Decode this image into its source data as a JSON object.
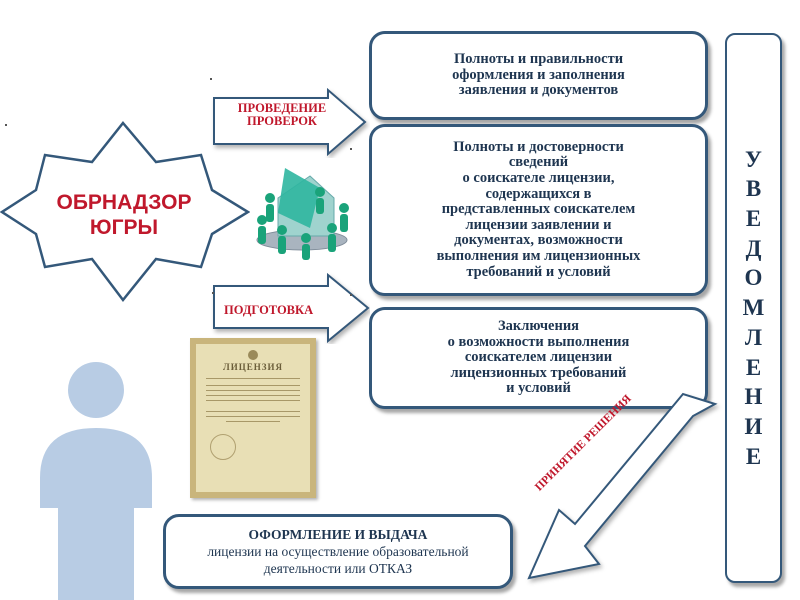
{
  "authority": {
    "label": "ОБРНАДЗОР\nЮГРЫ"
  },
  "arrows": {
    "inspection": "ПРОВЕДЕНИЕ\nПРОВЕРОК",
    "preparation": "ПОДГОТОВКА",
    "decision": "ПРИНЯТИЕ РЕШЕНИЯ"
  },
  "boxes": {
    "completeness": "Полноты и правильности\nоформления и заполнения\nзаявления и документов",
    "reliability": "Полноты и достоверности\nсведений\nо соискателе лицензии,\nсодержащихся в\nпредставленных соискателем\nлицензии заявлении и\nдокументах, возможности\nвыполнения им лицензионных\nтребований и условий",
    "conclusion": "Заключения\nо возможности выполнения\nсоискателем лицензии\nлицензионных требований\nи условий"
  },
  "notice": {
    "letters": [
      "У",
      "В",
      "Е",
      "Д",
      "О",
      "М",
      "Л",
      "Е",
      "Н",
      "И",
      "Е"
    ]
  },
  "bottom": {
    "title": "ОФОРМЛЕНИЕ И ВЫДАЧА",
    "line2": "лицензии на осуществление образовательной",
    "line3": "деятельности или ОТКАЗ"
  },
  "certificate": {
    "heading": "ЛИЦЕНЗИЯ"
  },
  "colors": {
    "accent_red": "#c0182c",
    "box_border": "#34587a",
    "team_green": "#1aa37a",
    "person_blue": "#b8cce4"
  },
  "icons": [
    "team-meeting-icon",
    "license-certificate-icon",
    "person-silhouette-icon"
  ]
}
